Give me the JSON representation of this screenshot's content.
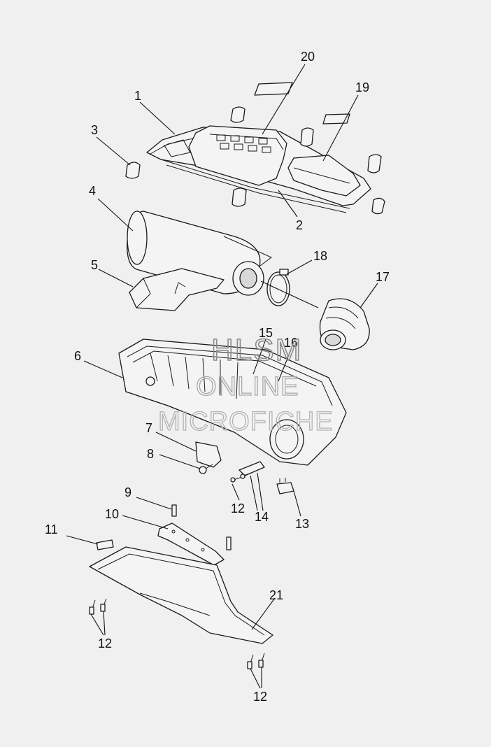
{
  "callouts": [
    {
      "id": "c20",
      "label": "20"
    },
    {
      "id": "c19",
      "label": "19"
    },
    {
      "id": "c1",
      "label": "1"
    },
    {
      "id": "c3",
      "label": "3"
    },
    {
      "id": "c2",
      "label": "2"
    },
    {
      "id": "c4",
      "label": "4"
    },
    {
      "id": "c18",
      "label": "18"
    },
    {
      "id": "c5",
      "label": "5"
    },
    {
      "id": "c17",
      "label": "17"
    },
    {
      "id": "c15",
      "label": "15"
    },
    {
      "id": "c16",
      "label": "16"
    },
    {
      "id": "c6",
      "label": "6"
    },
    {
      "id": "c7",
      "label": "7"
    },
    {
      "id": "c8",
      "label": "8"
    },
    {
      "id": "c12a",
      "label": "12"
    },
    {
      "id": "c14",
      "label": "14"
    },
    {
      "id": "c13",
      "label": "13"
    },
    {
      "id": "c9",
      "label": "9"
    },
    {
      "id": "c10",
      "label": "10"
    },
    {
      "id": "c11",
      "label": "11"
    },
    {
      "id": "c21",
      "label": "21"
    },
    {
      "id": "c12b",
      "label": "12"
    },
    {
      "id": "c12c",
      "label": "12"
    }
  ],
  "watermark": {
    "line1": "HLSM",
    "line2": "ONLINE",
    "line3": "MICROFICHE"
  }
}
